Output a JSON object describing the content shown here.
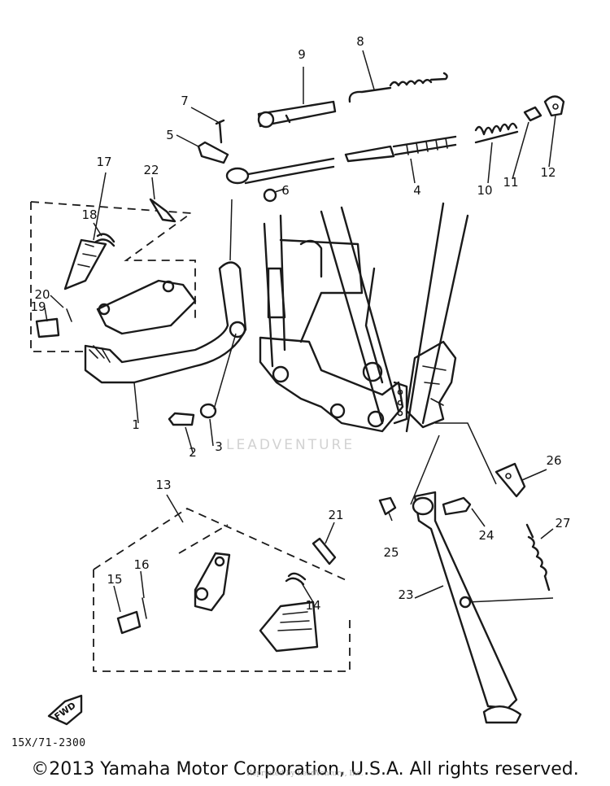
{
  "diagram": {
    "callouts": [
      {
        "id": "1",
        "label": "1"
      },
      {
        "id": "2",
        "label": "2"
      },
      {
        "id": "3",
        "label": "3"
      },
      {
        "id": "4",
        "label": "4"
      },
      {
        "id": "5",
        "label": "5"
      },
      {
        "id": "6",
        "label": "6"
      },
      {
        "id": "7",
        "label": "7"
      },
      {
        "id": "8",
        "label": "8"
      },
      {
        "id": "9",
        "label": "9"
      },
      {
        "id": "10",
        "label": "10"
      },
      {
        "id": "11",
        "label": "11"
      },
      {
        "id": "12",
        "label": "12"
      },
      {
        "id": "13",
        "label": "13"
      },
      {
        "id": "14",
        "label": "14"
      },
      {
        "id": "15",
        "label": "15"
      },
      {
        "id": "16",
        "label": "16"
      },
      {
        "id": "17",
        "label": "17"
      },
      {
        "id": "18",
        "label": "18"
      },
      {
        "id": "19",
        "label": "19"
      },
      {
        "id": "20",
        "label": "20"
      },
      {
        "id": "21",
        "label": "21"
      },
      {
        "id": "22",
        "label": "22"
      },
      {
        "id": "23",
        "label": "23"
      },
      {
        "id": "24",
        "label": "24"
      },
      {
        "id": "25",
        "label": "25"
      },
      {
        "id": "26",
        "label": "26"
      },
      {
        "id": "27",
        "label": "27"
      }
    ],
    "part_code": "15X/71-2300",
    "fwd_label": "FWD",
    "watermark": "LEADVENTURE",
    "sub_watermark": "Reprinted by LeadVenture, Inc.",
    "copyright": "©2013 Yamaha Motor Corporation, U.S.A. All rights reserved."
  }
}
